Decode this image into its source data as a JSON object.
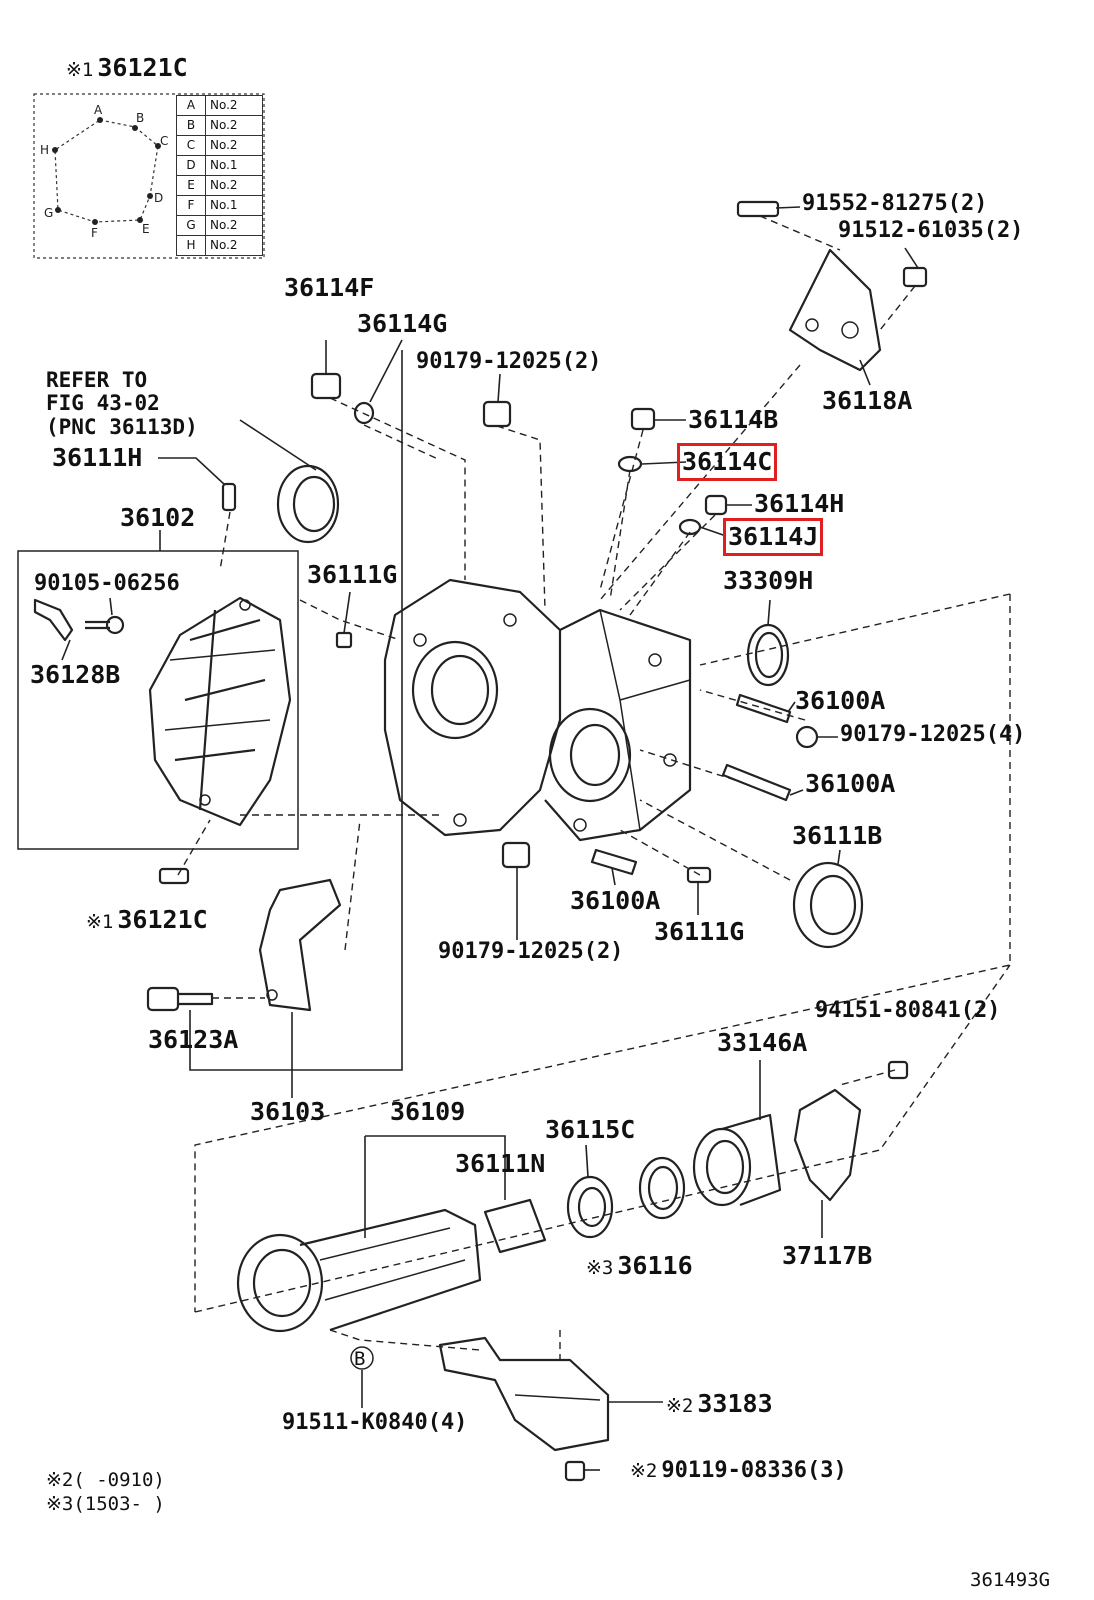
{
  "callouts": {
    "c_36121c_top": "36121C",
    "c_36114f": "36114F",
    "c_36114g": "36114G",
    "c_90179_a": "90179-12025(2)",
    "c_refer1": "REFER TO",
    "c_refer2": "FIG 43-02",
    "c_refer3": "(PNC 36113D)",
    "c_36111h": "36111H",
    "c_36102": "36102",
    "c_90105": "90105-06256",
    "c_36128b": "36128B",
    "c_36111g_a": "36111G",
    "c_91552": "91552-81275(2)",
    "c_91512": "91512-61035(2)",
    "c_36118a": "36118A",
    "c_36114b": "36114B",
    "c_36114c": "36114C",
    "c_36114h": "36114H",
    "c_36114j": "36114J",
    "c_33309h": "33309H",
    "c_36100a_a": "36100A",
    "c_90179_b": "90179-12025(4)",
    "c_36100a_b": "36100A",
    "c_36111b": "36111B",
    "c_36121c_mid": "36121C",
    "c_36100a_c": "36100A",
    "c_36111g_b": "36111G",
    "c_90179_c": "90179-12025(2)",
    "c_36123a": "36123A",
    "c_94151": "94151-80841(2)",
    "c_33146a": "33146A",
    "c_36103": "36103",
    "c_36109": "36109",
    "c_36115c": "36115C",
    "c_36111n": "36111N",
    "c_36116": "36116",
    "c_37117b": "37117B",
    "c_91511": "91511-K0840(4)",
    "c_33183": "33183",
    "c_90119": "90119-08336(3)"
  },
  "markers": {
    "m1": "※1",
    "m2": "※2",
    "m3": "※3",
    "circle_b": "B"
  },
  "notes": {
    "n2": "※2(  -0910)",
    "n3": "※3(1503-  )"
  },
  "figure_id": "361493G",
  "bolt_legend": {
    "rows": [
      {
        "letter": "A",
        "value": "No.2"
      },
      {
        "letter": "B",
        "value": "No.2"
      },
      {
        "letter": "C",
        "value": "No.2"
      },
      {
        "letter": "D",
        "value": "No.1"
      },
      {
        "letter": "E",
        "value": "No.2"
      },
      {
        "letter": "F",
        "value": "No.1"
      },
      {
        "letter": "G",
        "value": "No.2"
      },
      {
        "letter": "H",
        "value": "No.2"
      }
    ]
  },
  "highlight_color": "#e02020"
}
